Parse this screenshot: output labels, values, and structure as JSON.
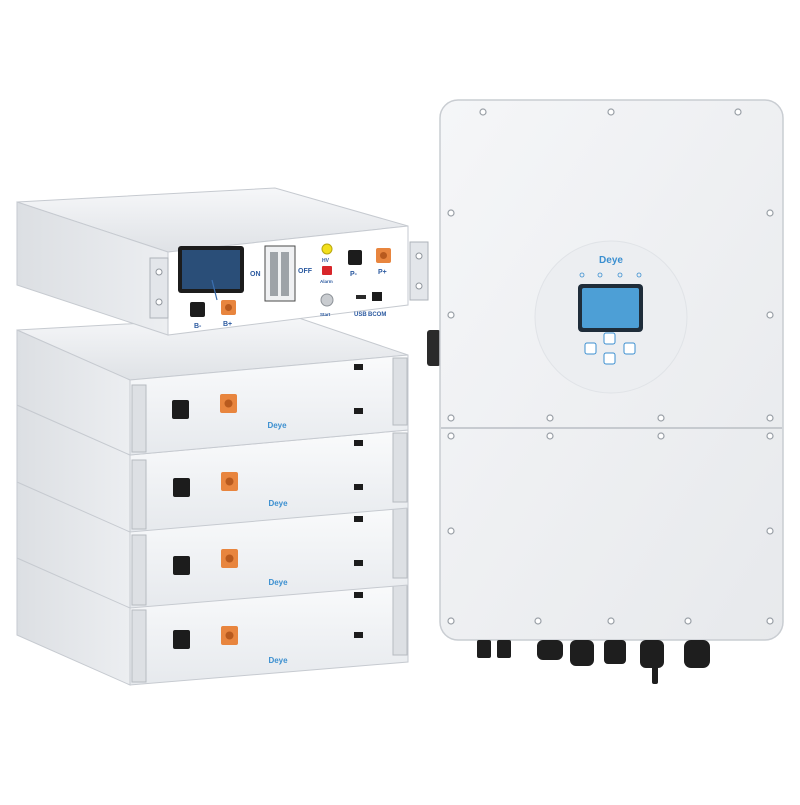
{
  "controller": {
    "labels": {
      "on": "ON",
      "off": "OFF",
      "hv": "HV",
      "alarm": "Alarm",
      "p_minus": "P-",
      "p_plus": "P+",
      "b_minus": "B-",
      "b_plus": "B+",
      "start": "Start",
      "usb": "USB",
      "bcom": "BCOM"
    }
  },
  "brand": "Deye",
  "battery_modules": [
    {
      "brand": "Deye"
    },
    {
      "brand": "Deye"
    },
    {
      "brand": "Deye"
    },
    {
      "brand": "Deye"
    }
  ],
  "inverter": {
    "brand": "Deye",
    "screen_color": "#4d9fd6",
    "accent_color": "#3b8fd0"
  },
  "colors": {
    "connector_orange": "#e8853e",
    "hv_led": "#f2df1c",
    "alarm_led": "#d8262a",
    "chassis": "#eef0f3"
  }
}
